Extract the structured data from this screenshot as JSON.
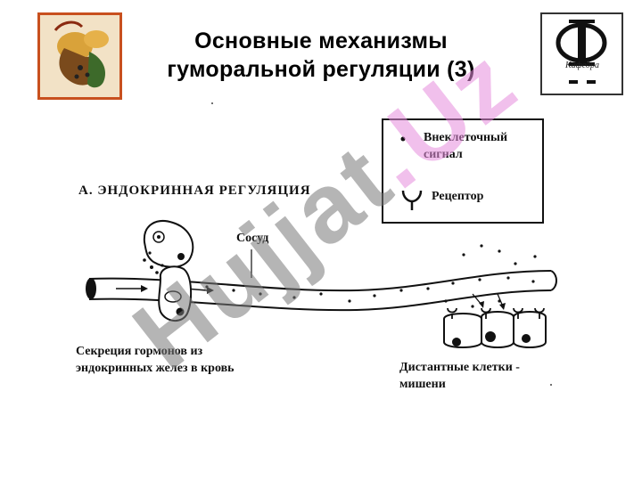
{
  "title": {
    "line1": "Основные механизмы",
    "line2": "гуморальной регуляции (3)"
  },
  "legend": {
    "signal_label_line1": "Внеклеточный",
    "signal_label_line2": "сигнал",
    "receptor_label": "Рецептор"
  },
  "diagram": {
    "section_label": "А. ЭНДОКРИННАЯ РЕГУЛЯЦИЯ",
    "vessel_label": "Сосуд",
    "secretion_label_line1": "Секреция гормонов из",
    "secretion_label_line2": "эндокринных желез в кровь",
    "targets_label_line1": "Дистантные клетки -",
    "targets_label_line2": "мишени"
  },
  "logo": {
    "symbol": "Ф",
    "caption": "Кафедра"
  },
  "watermark": {
    "text": "Hujjat",
    "suffix": ".Uz"
  },
  "colors": {
    "watermark_gray": "#808080",
    "watermark_pink": "#e68cdc",
    "corner_art_bg": "#c8501e"
  }
}
